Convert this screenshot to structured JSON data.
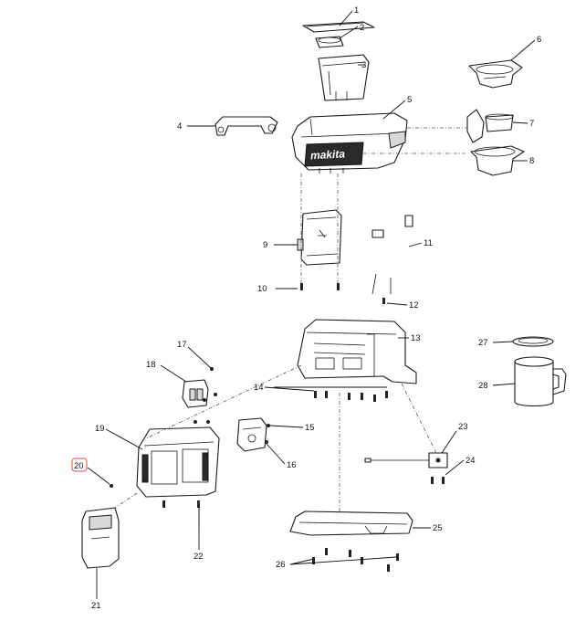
{
  "diagram": {
    "brand_mark": "makita",
    "highlighted_part": "20",
    "callouts": [
      {
        "id": "c1",
        "label": "1"
      },
      {
        "id": "c2",
        "label": "2"
      },
      {
        "id": "c3",
        "label": "3"
      },
      {
        "id": "c4",
        "label": "4"
      },
      {
        "id": "c5",
        "label": "5"
      },
      {
        "id": "c6",
        "label": "6"
      },
      {
        "id": "c7",
        "label": "7"
      },
      {
        "id": "c8",
        "label": "8"
      },
      {
        "id": "c9",
        "label": "9"
      },
      {
        "id": "c10",
        "label": "10"
      },
      {
        "id": "c11",
        "label": "11"
      },
      {
        "id": "c12",
        "label": "12"
      },
      {
        "id": "c13",
        "label": "13"
      },
      {
        "id": "c14",
        "label": "14"
      },
      {
        "id": "c15",
        "label": "15"
      },
      {
        "id": "c16",
        "label": "16"
      },
      {
        "id": "c17",
        "label": "17"
      },
      {
        "id": "c18",
        "label": "18"
      },
      {
        "id": "c19",
        "label": "19"
      },
      {
        "id": "c20",
        "label": "20"
      },
      {
        "id": "c21",
        "label": "21"
      },
      {
        "id": "c22",
        "label": "22"
      },
      {
        "id": "c23",
        "label": "23"
      },
      {
        "id": "c24",
        "label": "24"
      },
      {
        "id": "c25",
        "label": "25"
      },
      {
        "id": "c26",
        "label": "26"
      },
      {
        "id": "c27",
        "label": "27"
      },
      {
        "id": "c28",
        "label": "28"
      }
    ],
    "colors": {
      "line": "#1a1a1a",
      "highlight": "#e06a6a",
      "background": "#ffffff"
    }
  }
}
